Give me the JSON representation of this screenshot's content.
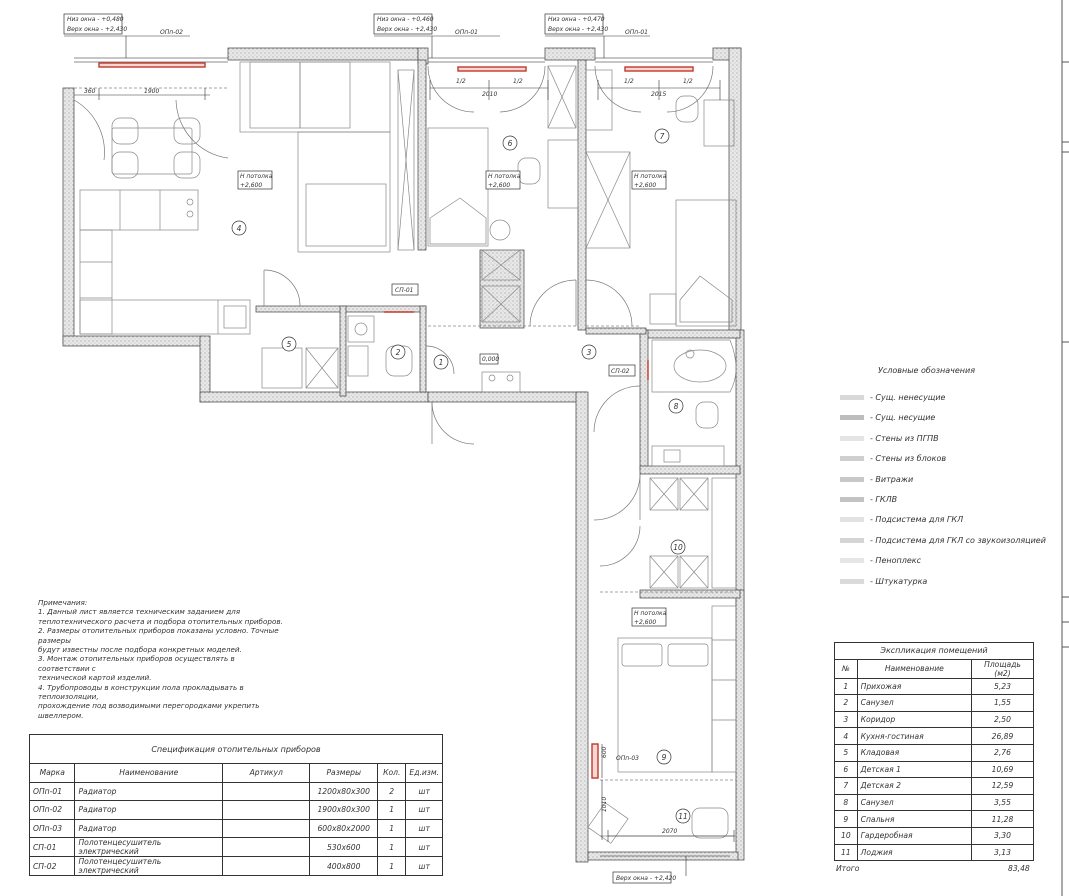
{
  "window_labels": [
    {
      "low": "Низ окна - +0,480",
      "high": "Верх окна - +2,430",
      "mark": "ОПп-02"
    },
    {
      "low": "Низ окна - +0,460",
      "high": "Верх окна - +2,430",
      "mark": "ОПп-01"
    },
    {
      "low": "Низ окна - +0,470",
      "high": "Верх окна - +2,430",
      "mark": "ОПп-01"
    }
  ],
  "bottom_window_label": "Верх окна - +2,420",
  "dimensions": {
    "d360": "360",
    "d1900": "1900",
    "d2010": "2010",
    "d2015": "2015",
    "half": "1/2",
    "d2070": "2070",
    "d600": "600",
    "d1010": "1010"
  },
  "ceiling": {
    "title": "Н потолка",
    "value": "+2,600"
  },
  "level": "0,000",
  "rooms": [
    "1",
    "2",
    "3",
    "4",
    "5",
    "6",
    "7",
    "8",
    "9",
    "10",
    "11"
  ],
  "fixture_marks": {
    "sp01": "СП-01",
    "sp02": "СП-02",
    "op03": "ОПп-03"
  },
  "legend": {
    "title": "Условные обозначения",
    "items": [
      {
        "label": "- Сущ. ненесущие",
        "color": "#d9d9d9"
      },
      {
        "label": "- Сущ. несущие",
        "color": "#bdbdbd"
      },
      {
        "label": "- Стены из ПГПВ",
        "color": "#e4e4e4"
      },
      {
        "label": "- Стены из блоков",
        "color": "#cfcfcf"
      },
      {
        "label": "- Витражи",
        "color": "#c8c8c8"
      },
      {
        "label": "- ГКЛВ",
        "color": "#c3c3c3"
      },
      {
        "label": "- Подсистема для ГКЛ",
        "color": "#e2e2e2"
      },
      {
        "label": "- Подсистема для ГКЛ со звукоизоляцией",
        "color": "#d5d5d5"
      },
      {
        "label": "- Пеноплекс",
        "color": "#e6e6e6"
      },
      {
        "label": "- Штукатурка",
        "color": "#dadada"
      }
    ]
  },
  "notes": {
    "title": "Примечания:",
    "items": [
      "1. Данный лист является техническим заданием для\n    теплотехнического расчета и подбора отопительных приборов.",
      "2. Размеры отопительных приборов показаны условно. Точные размеры\n    будут известны после подбора конкретных моделей.",
      "3. Монтаж отопительных приборов осуществлять в соответствии с\n    технической картой изделий.",
      "4. Трубопроводы в конструкции пола прокладывать в теплоизоляции,\n    прохождение под возводимыми перегородками укрепить швеллером."
    ]
  },
  "spec": {
    "title": "Спецификация отопительных приборов",
    "headers": [
      "Марка",
      "Наименование",
      "Артикул",
      "Размеры",
      "Кол.",
      "Ед.изм."
    ],
    "rows": [
      [
        "ОПп-01",
        "Радиатор",
        "",
        "1200x80x300",
        "2",
        "шт"
      ],
      [
        "ОПп-02",
        "Радиатор",
        "",
        "1900x80x300",
        "1",
        "шт"
      ],
      [
        "ОПп-03",
        "Радиатор",
        "",
        "600x80x2000",
        "1",
        "шт"
      ],
      [
        "СП-01",
        "Полотенцесушитель электрический",
        "",
        "530x600",
        "1",
        "шт"
      ],
      [
        "СП-02",
        "Полотенцесушитель электрический",
        "",
        "400x800",
        "1",
        "шт"
      ]
    ]
  },
  "explication": {
    "title": "Экспликация помещений",
    "headers": [
      "№",
      "Наименование",
      "Площадь (м2)"
    ],
    "rows": [
      [
        "1",
        "Прихожая",
        "5,23"
      ],
      [
        "2",
        "Санузел",
        "1,55"
      ],
      [
        "3",
        "Коридор",
        "2,50"
      ],
      [
        "4",
        "Кухня-гостиная",
        "26,89"
      ],
      [
        "5",
        "Кладовая",
        "2,76"
      ],
      [
        "6",
        "Детская 1",
        "10,69"
      ],
      [
        "7",
        "Детская 2",
        "12,59"
      ],
      [
        "8",
        "Санузел",
        "3,55"
      ],
      [
        "9",
        "Спальня",
        "11,28"
      ],
      [
        "10",
        "Гардеробная",
        "3,30"
      ],
      [
        "11",
        "Лоджия",
        "3,13"
      ]
    ],
    "total_label": "Итого",
    "total_value": "83,48"
  }
}
